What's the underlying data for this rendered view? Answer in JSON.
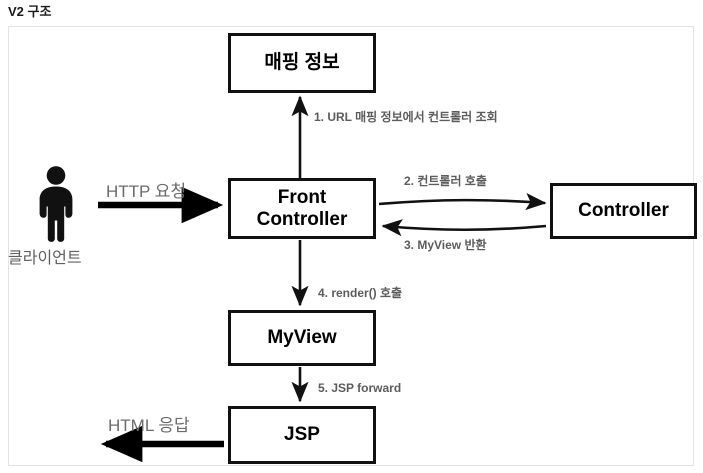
{
  "page": {
    "title": "V2 구조"
  },
  "diagram": {
    "type": "flow-diagram",
    "nodes": [
      {
        "id": "mapping-info",
        "label": "매핑 정보"
      },
      {
        "id": "front-controller",
        "label": "Front\nController",
        "line1": "Front",
        "line2": "Controller"
      },
      {
        "id": "controller",
        "label": "Controller"
      },
      {
        "id": "myview",
        "label": "MyView"
      },
      {
        "id": "jsp",
        "label": "JSP"
      }
    ],
    "actor": {
      "icon": "person-icon",
      "label": "클라이언트"
    },
    "flow_labels": {
      "http_request": "HTTP 요청",
      "html_response": "HTML 응답"
    },
    "steps": [
      {
        "num": "1",
        "text": "1. URL 매핑 정보에서 컨트롤러 조회",
        "from": "front-controller",
        "to": "mapping-info"
      },
      {
        "num": "2",
        "text": "2. 컨트롤러 호출",
        "from": "front-controller",
        "to": "controller"
      },
      {
        "num": "3",
        "text": "3. MyView 반환",
        "from": "controller",
        "to": "front-controller"
      },
      {
        "num": "4",
        "text": "4. render() 호출",
        "from": "front-controller",
        "to": "myview"
      },
      {
        "num": "5",
        "text": "5. JSP forward",
        "from": "myview",
        "to": "jsp"
      }
    ],
    "colors": {
      "box_border": "#111111",
      "box_fill": "#ffffff",
      "step_label": "#5c5c5c",
      "flow_label": "#6b6b6b",
      "frame_border": "#e3e3e3",
      "actor_fill": "#111111"
    }
  }
}
